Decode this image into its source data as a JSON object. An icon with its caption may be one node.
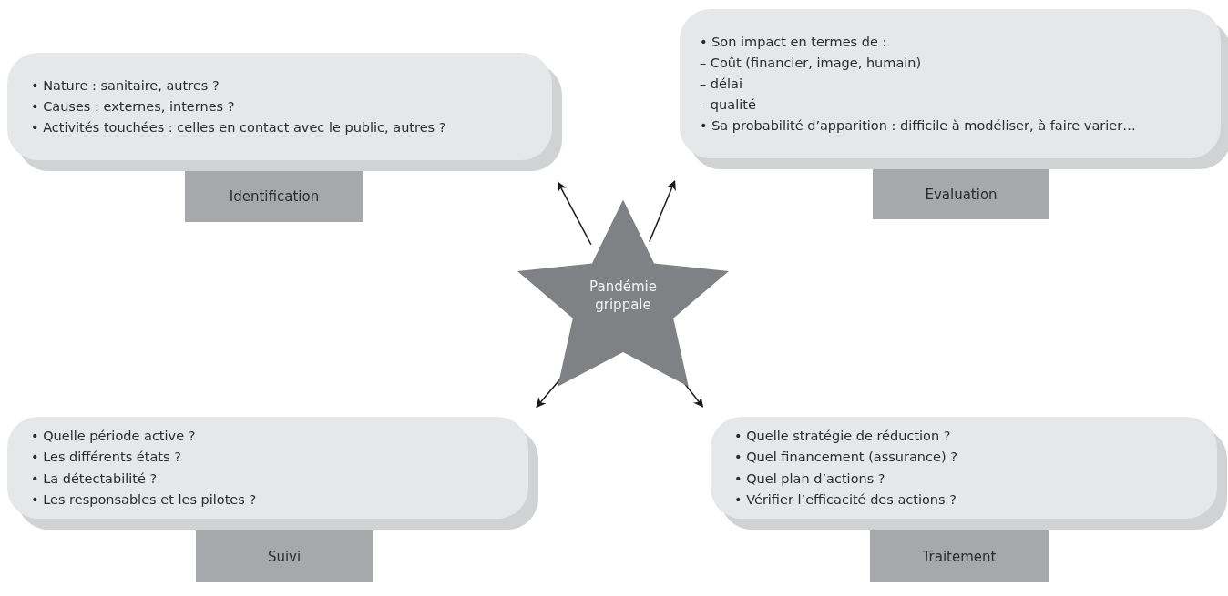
{
  "diagram": {
    "nodes": [
      {
        "text": [
          "• Nature : sanitaire, autres ?",
          "• Causes : externes, internes ?",
          "• Activités touchées : celles en contact avec le public, autres ?"
        ]
      },
      {
        "text": [
          "Identification"
        ]
      },
      {
        "text": [
          "• Son impact en termes de :",
          "– Coût (financier, image, humain)",
          "– délai",
          "– qualité",
          "• Sa probabilité d’apparition : difficile à modéliser, à faire varier…"
        ]
      },
      {
        "text": [
          "Evaluation"
        ]
      },
      {
        "text": [
          "Pandémie grippale"
        ]
      },
      {
        "text": [
          "• Quelle période active ?",
          "• Les différents états ?",
          "• La détectabilité ?",
          "• Les responsables et les pilotes ?"
        ]
      },
      {
        "text": [
          "Suivi"
        ]
      },
      {
        "text": [
          "• Quelle stratégie de réduction ?",
          "• Quel financement (assurance) ?",
          "• Quel plan d’actions ?",
          "• Vérifier l’efficacité des actions ?"
        ]
      },
      {
        "text": [
          "Traitement"
        ]
      }
    ],
    "edges": [
      {
        "from": 4,
        "to": 0,
        "arrow": "to"
      },
      {
        "from": 4,
        "to": 2,
        "arrow": "to"
      },
      {
        "from": 4,
        "to": 5,
        "arrow": "to"
      },
      {
        "from": 4,
        "to": 7,
        "arrow": "to"
      }
    ]
  }
}
